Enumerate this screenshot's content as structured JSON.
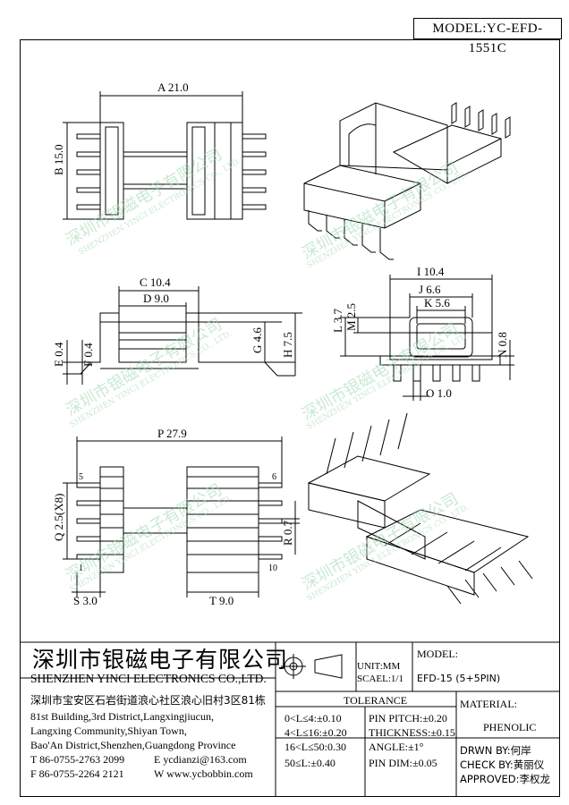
{
  "model_label": "MODEL:YC-EFD-1551C",
  "dims": {
    "A": "A 21.0",
    "B": "B 15.0",
    "C": "C 10.4",
    "D": "D 9.0",
    "E": "E 0.4",
    "F": "F 0.4",
    "G": "G 4.6",
    "H": "H 7.5",
    "I": "I 10.4",
    "J": "J 6.6",
    "K": "K 5.6",
    "L": "L 3.7",
    "M": "M 2.5",
    "N": "N 0.8",
    "O": "O 1.0",
    "P": "P 27.9",
    "Q": "Q 2.5(X8)",
    "R": "R 0.7",
    "S": "S 3.0",
    "T": "T 9.0",
    "pin5": "5",
    "pin6": "6",
    "pin1": "1",
    "pin10": "10"
  },
  "watermark": {
    "cn": "深圳市银磁电子有限公司",
    "en": "SHENZHEN YINCI ELECTRONICS CO., LTD."
  },
  "company": {
    "name_cn": "深圳市银磁电子有限公司",
    "name_en": "SHENZHEN YINCI ELECTRONICS CO.,LTD.",
    "addr_cn": "深圳市宝安区石岩街道浪心社区浪心旧村3区81栋",
    "addr_en_1": "81st Building,3rd District,Langxingjiucun,",
    "addr_en_2": "Langxing Community,Shiyan Town,",
    "addr_en_3": "Bao'An District,Shenzhen,Guangdong Province",
    "tel": "T 86-0755-2763 2099",
    "email": "E ycdianzi@163.com",
    "fax": "F 86-0755-2264 2121",
    "web": "W www.ycbobbin.com"
  },
  "unit": "UNIT:MM",
  "scale": "SCAEL:1/1",
  "model_field_label": "MODEL:",
  "model_value": "EFD-15 (5+5PIN)",
  "tolerance": {
    "title": "TOLERANCE",
    "rows": [
      [
        "0<L≤4:±0.10",
        "PIN PITCH:±0.20"
      ],
      [
        "4<L≤16:±0.20",
        "THICKNESS:±0.15"
      ],
      [
        "16<L≤50:0.30",
        "ANGLE:±1°"
      ],
      [
        "50≤L:±0.40",
        "PIN DIM:±0.05"
      ]
    ]
  },
  "material_label": "MATERIAL:",
  "material_value": "PHENOLIC",
  "drawn_by": "DRWN BY:何岸",
  "check_by": "CHECK BY:黄丽仪",
  "approved": "APPROVED:李权龙"
}
